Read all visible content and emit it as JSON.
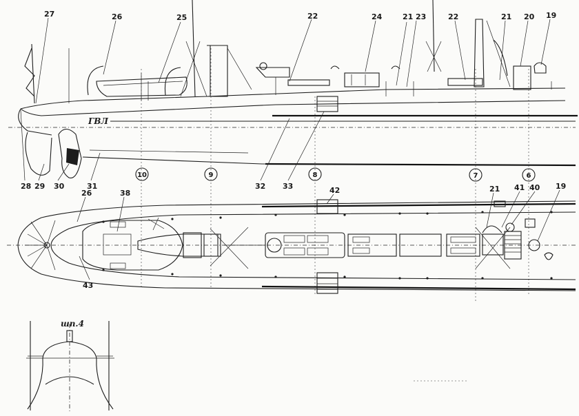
{
  "waterline_label": "ГВЛ",
  "section_label": "шп.4",
  "profile_labels": [
    "27",
    "26",
    "25",
    "22",
    "24",
    "21",
    "23",
    "22",
    "21",
    "20",
    "19"
  ],
  "hull_labels": [
    "28",
    "29",
    "30",
    "31",
    "32",
    "33"
  ],
  "frame_numbers": [
    "10",
    "9",
    "8",
    "7",
    "6"
  ],
  "deck_labels": [
    "26",
    "38",
    "42",
    "21",
    "41",
    "40",
    "19",
    "43"
  ]
}
